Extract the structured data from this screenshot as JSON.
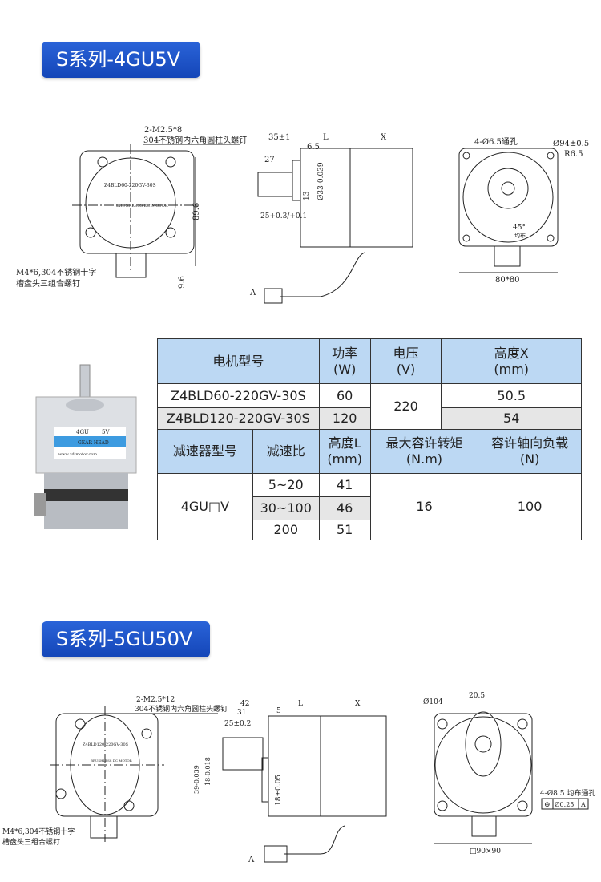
{
  "section1": {
    "title": "S系列-4GU5V",
    "front_view": {
      "screw_top": "2-M2.5*8",
      "screw_top_desc": "304不锈钢内六角圆柱头螺钉",
      "screw_bottom": "M4*6,304不锈钢十字",
      "screw_bottom_desc": "槽盘头三组合螺钉",
      "dim_height": "89.6",
      "dim_bottom": "9.6",
      "label_model": "Z4BLD60-220GV-30S",
      "label_brand": "BRUSHLESS DC MOTOR"
    },
    "side_view": {
      "dim_35": "35±1",
      "dim_L": "L",
      "dim_X": "X",
      "dim_6_5": "6.5",
      "dim_27": "27",
      "dim_25": "25+0.3/+0.1",
      "dim_13": "13",
      "dim_33": "Ø33-0.039",
      "section_a": "A"
    },
    "end_view": {
      "holes": "4-Ø6.5通孔",
      "dia": "Ø94±0.5",
      "radius": "R6.5",
      "angle": "45°",
      "angle_note": "均布",
      "square": "80*80"
    }
  },
  "photo": {
    "label1": "4GU",
    "label2": "5V",
    "brand": "GEAR HEAD",
    "url": "www.zd-motor.com"
  },
  "spec_table": {
    "motor_headers": {
      "model": "电机型号",
      "power": "功率",
      "power_unit": "(W)",
      "voltage": "电压",
      "voltage_unit": "(V)",
      "height_x": "高度X",
      "height_x_unit": "(mm)"
    },
    "motors": [
      {
        "model": "Z4BLD60-220GV-30S",
        "power": "60",
        "height_x": "50.5"
      },
      {
        "model": "Z4BLD120-220GV-30S",
        "power": "120",
        "height_x": "54"
      }
    ],
    "voltage": "220",
    "gear_headers": {
      "model": "减速器型号",
      "ratio": "减速比",
      "height_l": "高度L",
      "height_l_unit": "(mm)",
      "torque": "最大容许转矩",
      "torque_unit": "(N.m)",
      "load": "容许轴向负载",
      "load_unit": "(N)"
    },
    "gear_model": "4GU□V",
    "gears": [
      {
        "ratio": "5~20",
        "height_l": "41"
      },
      {
        "ratio": "30~100",
        "height_l": "46"
      },
      {
        "ratio": "200",
        "height_l": "51"
      }
    ],
    "torque": "16",
    "load": "100"
  },
  "section2": {
    "title": "S系列-5GU50V",
    "front_view": {
      "screw_top": "2-M2.5*12",
      "screw_top_desc": "304不锈钢内六角圆柱头螺钉",
      "screw_bottom": "M4*6,304不锈钢十字",
      "screw_bottom_desc": "槽盘头三组合螺钉",
      "label_model": "Z4BLD120-220GV-30S",
      "label_brand": "BRUSHLESS DC MOTOR"
    },
    "side_view": {
      "dim_42": "42",
      "dim_31": "31",
      "dim_5": "5",
      "dim_L": "L",
      "dim_X": "X",
      "dim_25": "25±0.2",
      "dim_39": "39-0.039",
      "dim_18": "18-0.018",
      "dim_18b": "18±0.05",
      "section_a": "A"
    },
    "end_view": {
      "dia": "Ø104",
      "key": "20.5",
      "holes": "4-Ø8.5 均布通孔",
      "tol_symbol": "⊕",
      "tol_value": "Ø0.25",
      "tol_ref": "A",
      "square": "□90×90"
    }
  }
}
